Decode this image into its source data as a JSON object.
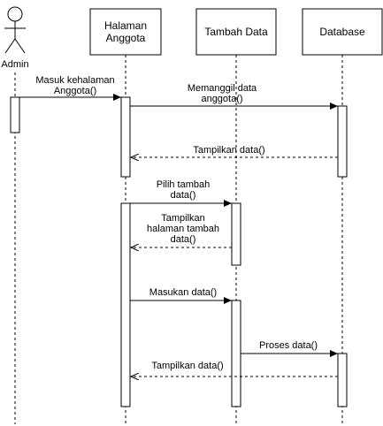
{
  "participants": {
    "admin": "Admin",
    "anggota": "Halaman\nAnggota",
    "tambah": "Tambah Data",
    "database": "Database"
  },
  "messages": {
    "m1": "Masuk kehalaman\nAnggota()",
    "m2": "Memanggil data\nanggota()",
    "m3": "Tampilkan data()",
    "m4": "Pilih tambah\ndata()",
    "m5": "Tampilkan\nhalaman tambah\ndata()",
    "m6": "Masukan data()",
    "m7": "Proses data()",
    "m8": "Tampilkan data()"
  },
  "colors": {
    "line": "#000000",
    "background": "#ffffff"
  }
}
